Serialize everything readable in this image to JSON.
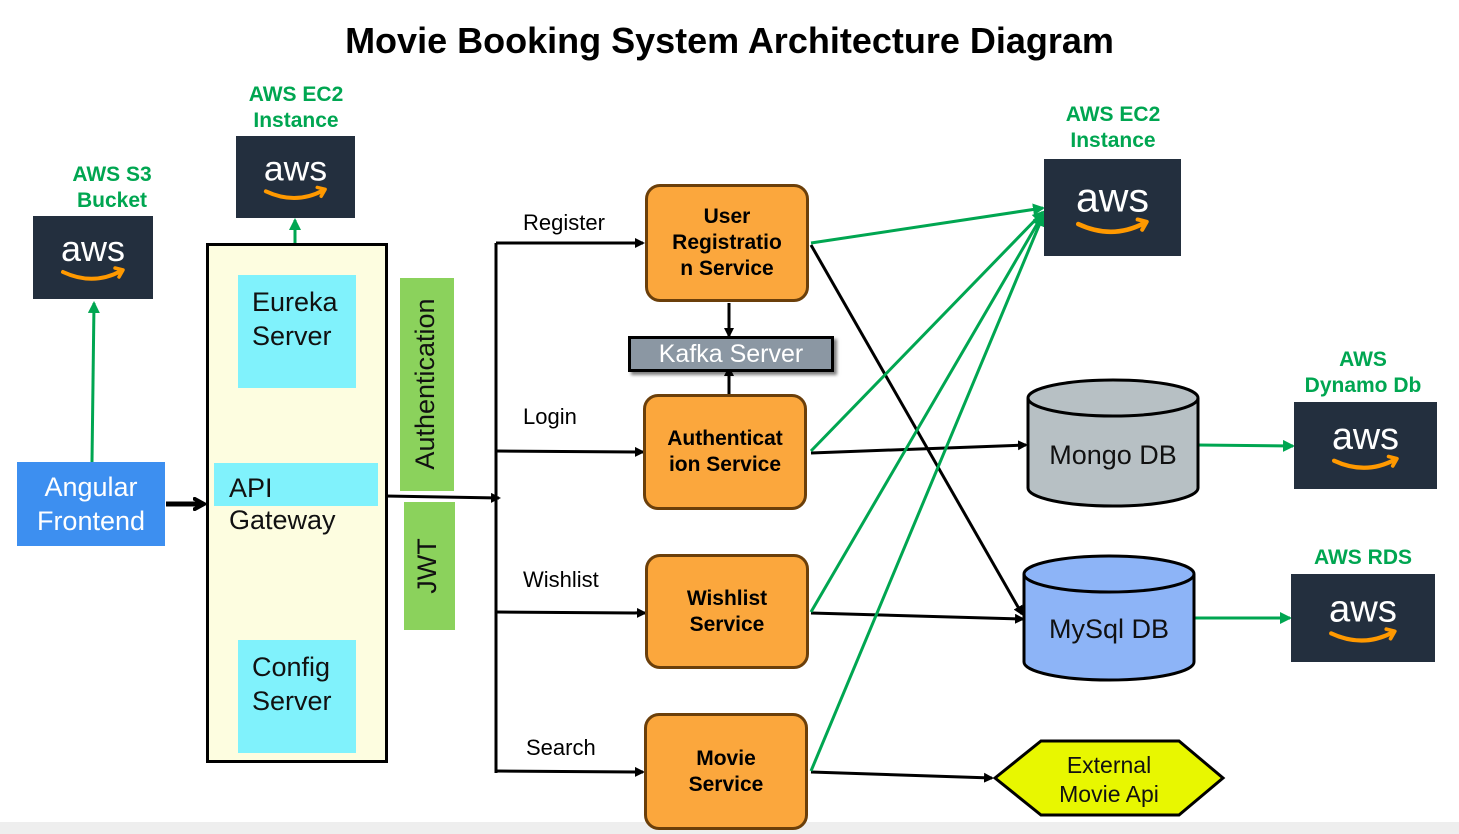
{
  "title": "Movie Booking System Architecture Diagram",
  "clouds": {
    "s3": {
      "label_line1": "AWS S3",
      "label_line2": "Bucket",
      "logo": "aws"
    },
    "ec2_gateway": {
      "label_line1": "AWS EC2",
      "label_line2": "Instance",
      "logo": "aws"
    },
    "ec2_services": {
      "label_line1": "AWS EC2",
      "label_line2": "Instance",
      "logo": "aws"
    },
    "dynamo": {
      "label_line1": "AWS",
      "label_line2": "Dynamo Db",
      "logo": "aws"
    },
    "rds": {
      "label_line1": "AWS RDS",
      "logo": "aws"
    }
  },
  "frontend": {
    "line1": "Angular",
    "line2": "Frontend"
  },
  "gateway": {
    "eureka_line1": "Eureka",
    "eureka_line2": "Server",
    "api_line1": "API",
    "api_line2": "Gateway",
    "config_line1": "Config",
    "config_line2": "Server"
  },
  "security": {
    "auth": "Authentication",
    "jwt": "JWT"
  },
  "routes": {
    "register": "Register",
    "login": "Login",
    "wishlist": "Wishlist",
    "search": "Search"
  },
  "services": {
    "user_reg": {
      "line1": "User",
      "line2": "Registratio",
      "line3": "n Service"
    },
    "auth": {
      "line1": "Authenticat",
      "line2": "ion Service"
    },
    "wishlist": {
      "line1": "Wishlist",
      "line2": "Service"
    },
    "movie": {
      "line1": "Movie",
      "line2": "Service"
    }
  },
  "kafka": "Kafka Server",
  "databases": {
    "mongo": "Mongo DB",
    "mysql": "MySql DB"
  },
  "external": {
    "line1": "External",
    "line2": "Movie Api"
  },
  "colors": {
    "aws_dark": "#232f3e",
    "aws_orange": "#ff9900",
    "cloud_green": "#00a651",
    "cyan": "#80f2fc",
    "service_orange": "#fba73d",
    "frontend_blue": "#3d8ff0",
    "mongo_grey": "#b7c0c4",
    "mysql_blue": "#8db4f7",
    "external_yellow": "#e8f700"
  }
}
